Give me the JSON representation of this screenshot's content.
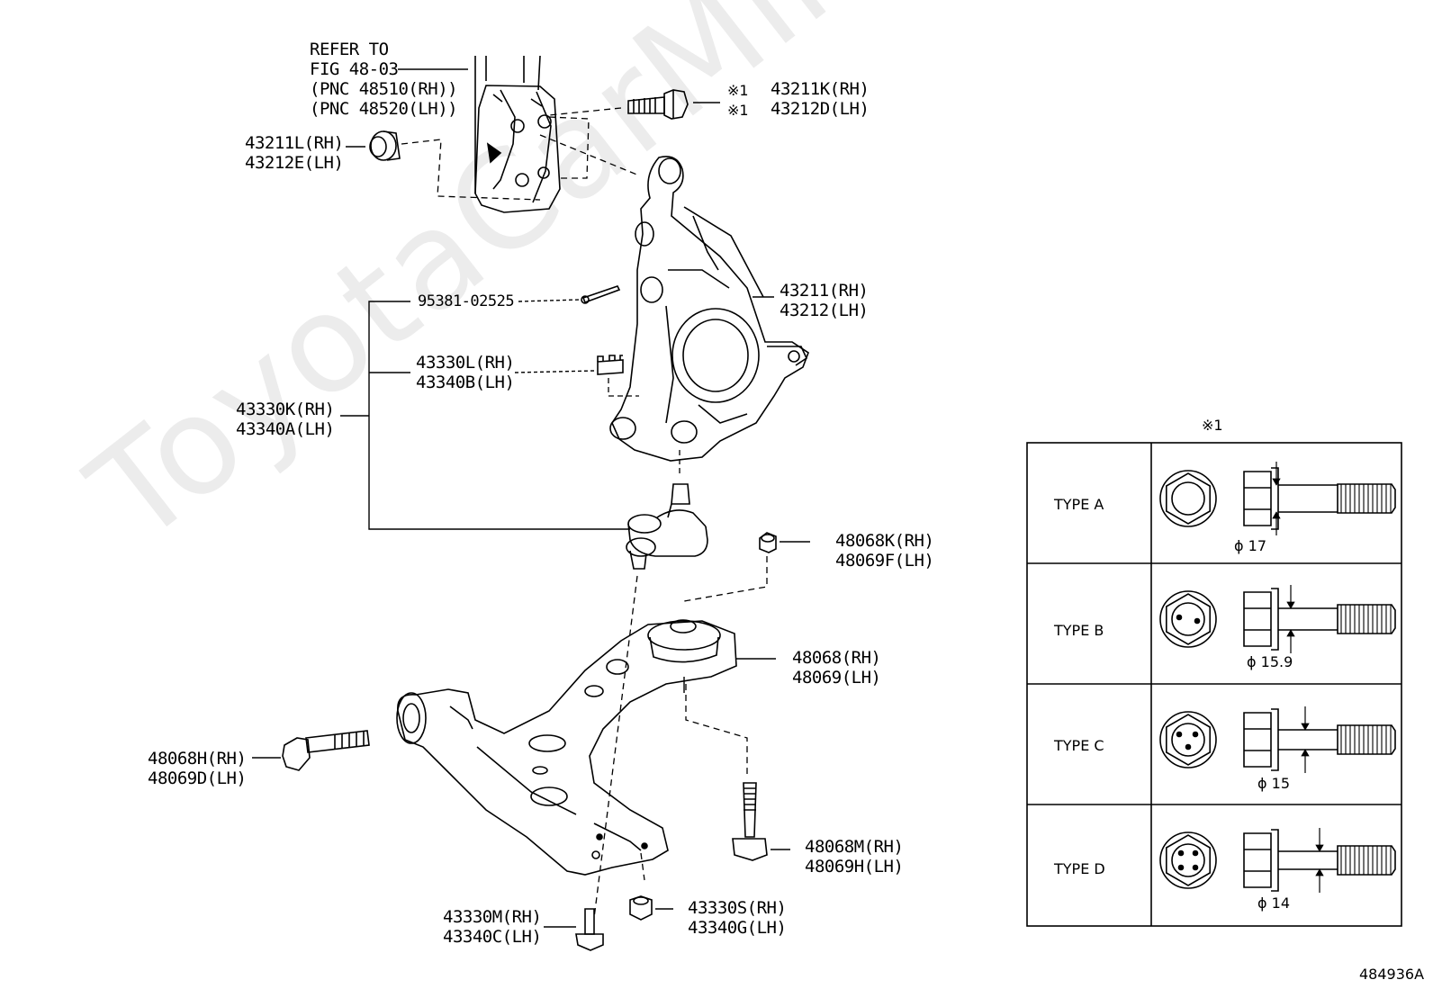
{
  "watermark": "ToyotaCarMine.ru",
  "figure_id": "484936A",
  "refer_note": [
    "REFER TO",
    "FIG 48-03",
    "(PNC 48510(RH))",
    "(PNC 48520(LH))"
  ],
  "callouts": {
    "bolt_43211k": {
      "rh": "43211K(RH)",
      "lh": "43212D(LH)",
      "mark": "※1"
    },
    "nut_43211l": {
      "rh": "43211L(RH)",
      "lh": "43212E(LH)"
    },
    "knuckle": {
      "rh": "43211(RH)",
      "lh": "43212(LH)"
    },
    "cotter_pin": "95381-02525",
    "castle_nut": {
      "rh": "43330L(RH)",
      "lh": "43340B(LH)"
    },
    "ball_joint_assy": {
      "rh": "43330K(RH)",
      "lh": "43340A(LH)"
    },
    "nut_48068k": {
      "rh": "48068K(RH)",
      "lh": "48069F(LH)"
    },
    "lower_arm": {
      "rh": "48068(RH)",
      "lh": "48069(LH)"
    },
    "bolt_48068h": {
      "rh": "48068H(RH)",
      "lh": "48069D(LH)"
    },
    "bolt_48068m": {
      "rh": "48068M(RH)",
      "lh": "48069H(LH)"
    },
    "bolt_43330m": {
      "rh": "43330M(RH)",
      "lh": "43340C(LH)"
    },
    "nut_43330s": {
      "rh": "43330S(RH)",
      "lh": "43340G(LH)"
    }
  },
  "legend": {
    "mark": "※1",
    "rows": [
      {
        "type": "TYPE A",
        "diameter": "ϕ 17",
        "dots": 0
      },
      {
        "type": "TYPE B",
        "diameter": "ϕ 15.9",
        "dots": 2
      },
      {
        "type": "TYPE C",
        "diameter": "ϕ 15",
        "dots": 3
      },
      {
        "type": "TYPE D",
        "diameter": "ϕ 14",
        "dots": 4
      }
    ]
  }
}
